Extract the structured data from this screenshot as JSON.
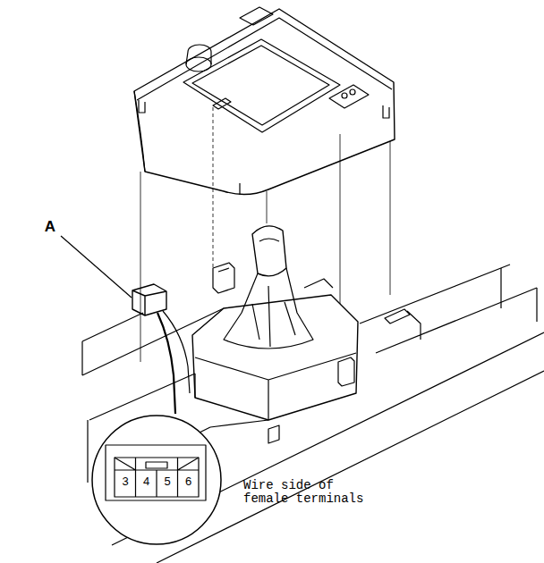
{
  "diagram": {
    "labels": [
      "A",
      "3",
      "4",
      "5",
      "6",
      "Wire side of female terminals"
    ]
  }
}
